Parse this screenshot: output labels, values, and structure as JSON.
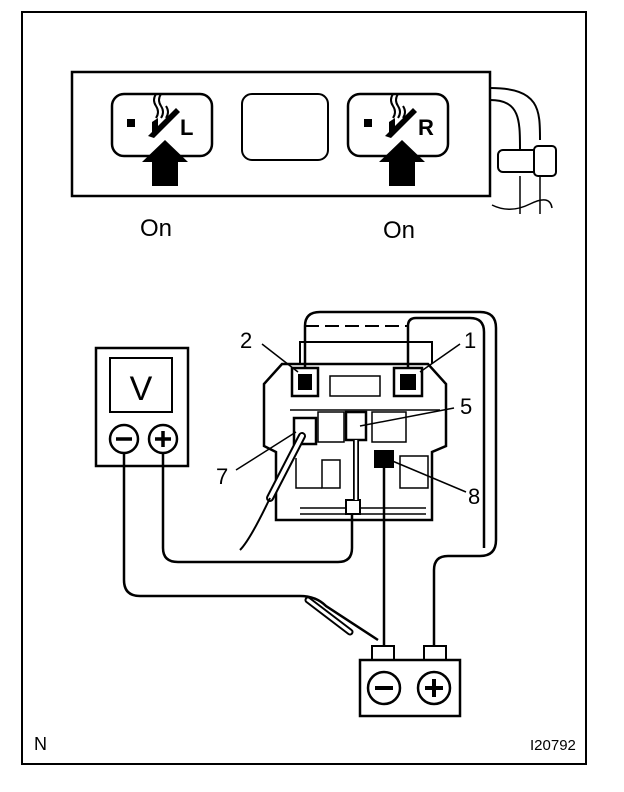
{
  "switch_panel": {
    "left_letter": "L",
    "right_letter": "R",
    "left_state": "On",
    "right_state": "On",
    "button_icon": "seat-heater-icon",
    "arrow_icon": "press-arrow-icon"
  },
  "voltmeter": {
    "symbol": "V",
    "minus_icon": "minus-icon",
    "plus_icon": "plus-icon"
  },
  "connector": {
    "terminals": [
      "1",
      "2",
      "5",
      "7",
      "8"
    ]
  },
  "battery": {
    "minus_icon": "minus-icon",
    "plus_icon": "plus-icon"
  },
  "footer": {
    "corner_letter": "N",
    "figure_code": "I20792"
  }
}
